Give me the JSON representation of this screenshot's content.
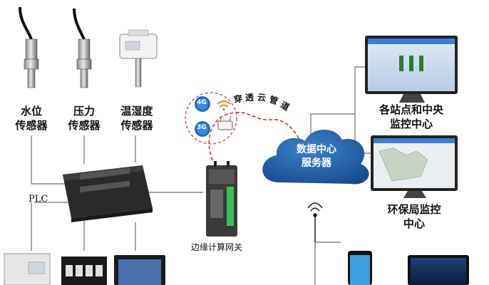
{
  "sensors": {
    "water_level": [
      "水位",
      "传感器"
    ],
    "pressure": [
      "压力",
      "传感器"
    ],
    "temp_humidity": [
      "温湿度",
      "传感器"
    ]
  },
  "plc_label": "PLC",
  "gateway_label": "边缘计算网关",
  "comm": {
    "label_chars": [
      "穿",
      "透",
      "云",
      "管",
      "道"
    ],
    "badge_4g": "4G",
    "badge_3g": "3G"
  },
  "cloud": {
    "line1": "数据中心",
    "line2": "服务器"
  },
  "monitors": {
    "stations": [
      "各站点和中央",
      "监控中心"
    ],
    "epa": [
      "环保局监控",
      "中心"
    ]
  },
  "colors": {
    "cloud": "#1e5aa0",
    "link_red": "#d9312b",
    "line_gray": "#707070",
    "plc_body": "#2a2a2a",
    "screen_blue": "#3c7fd1"
  }
}
